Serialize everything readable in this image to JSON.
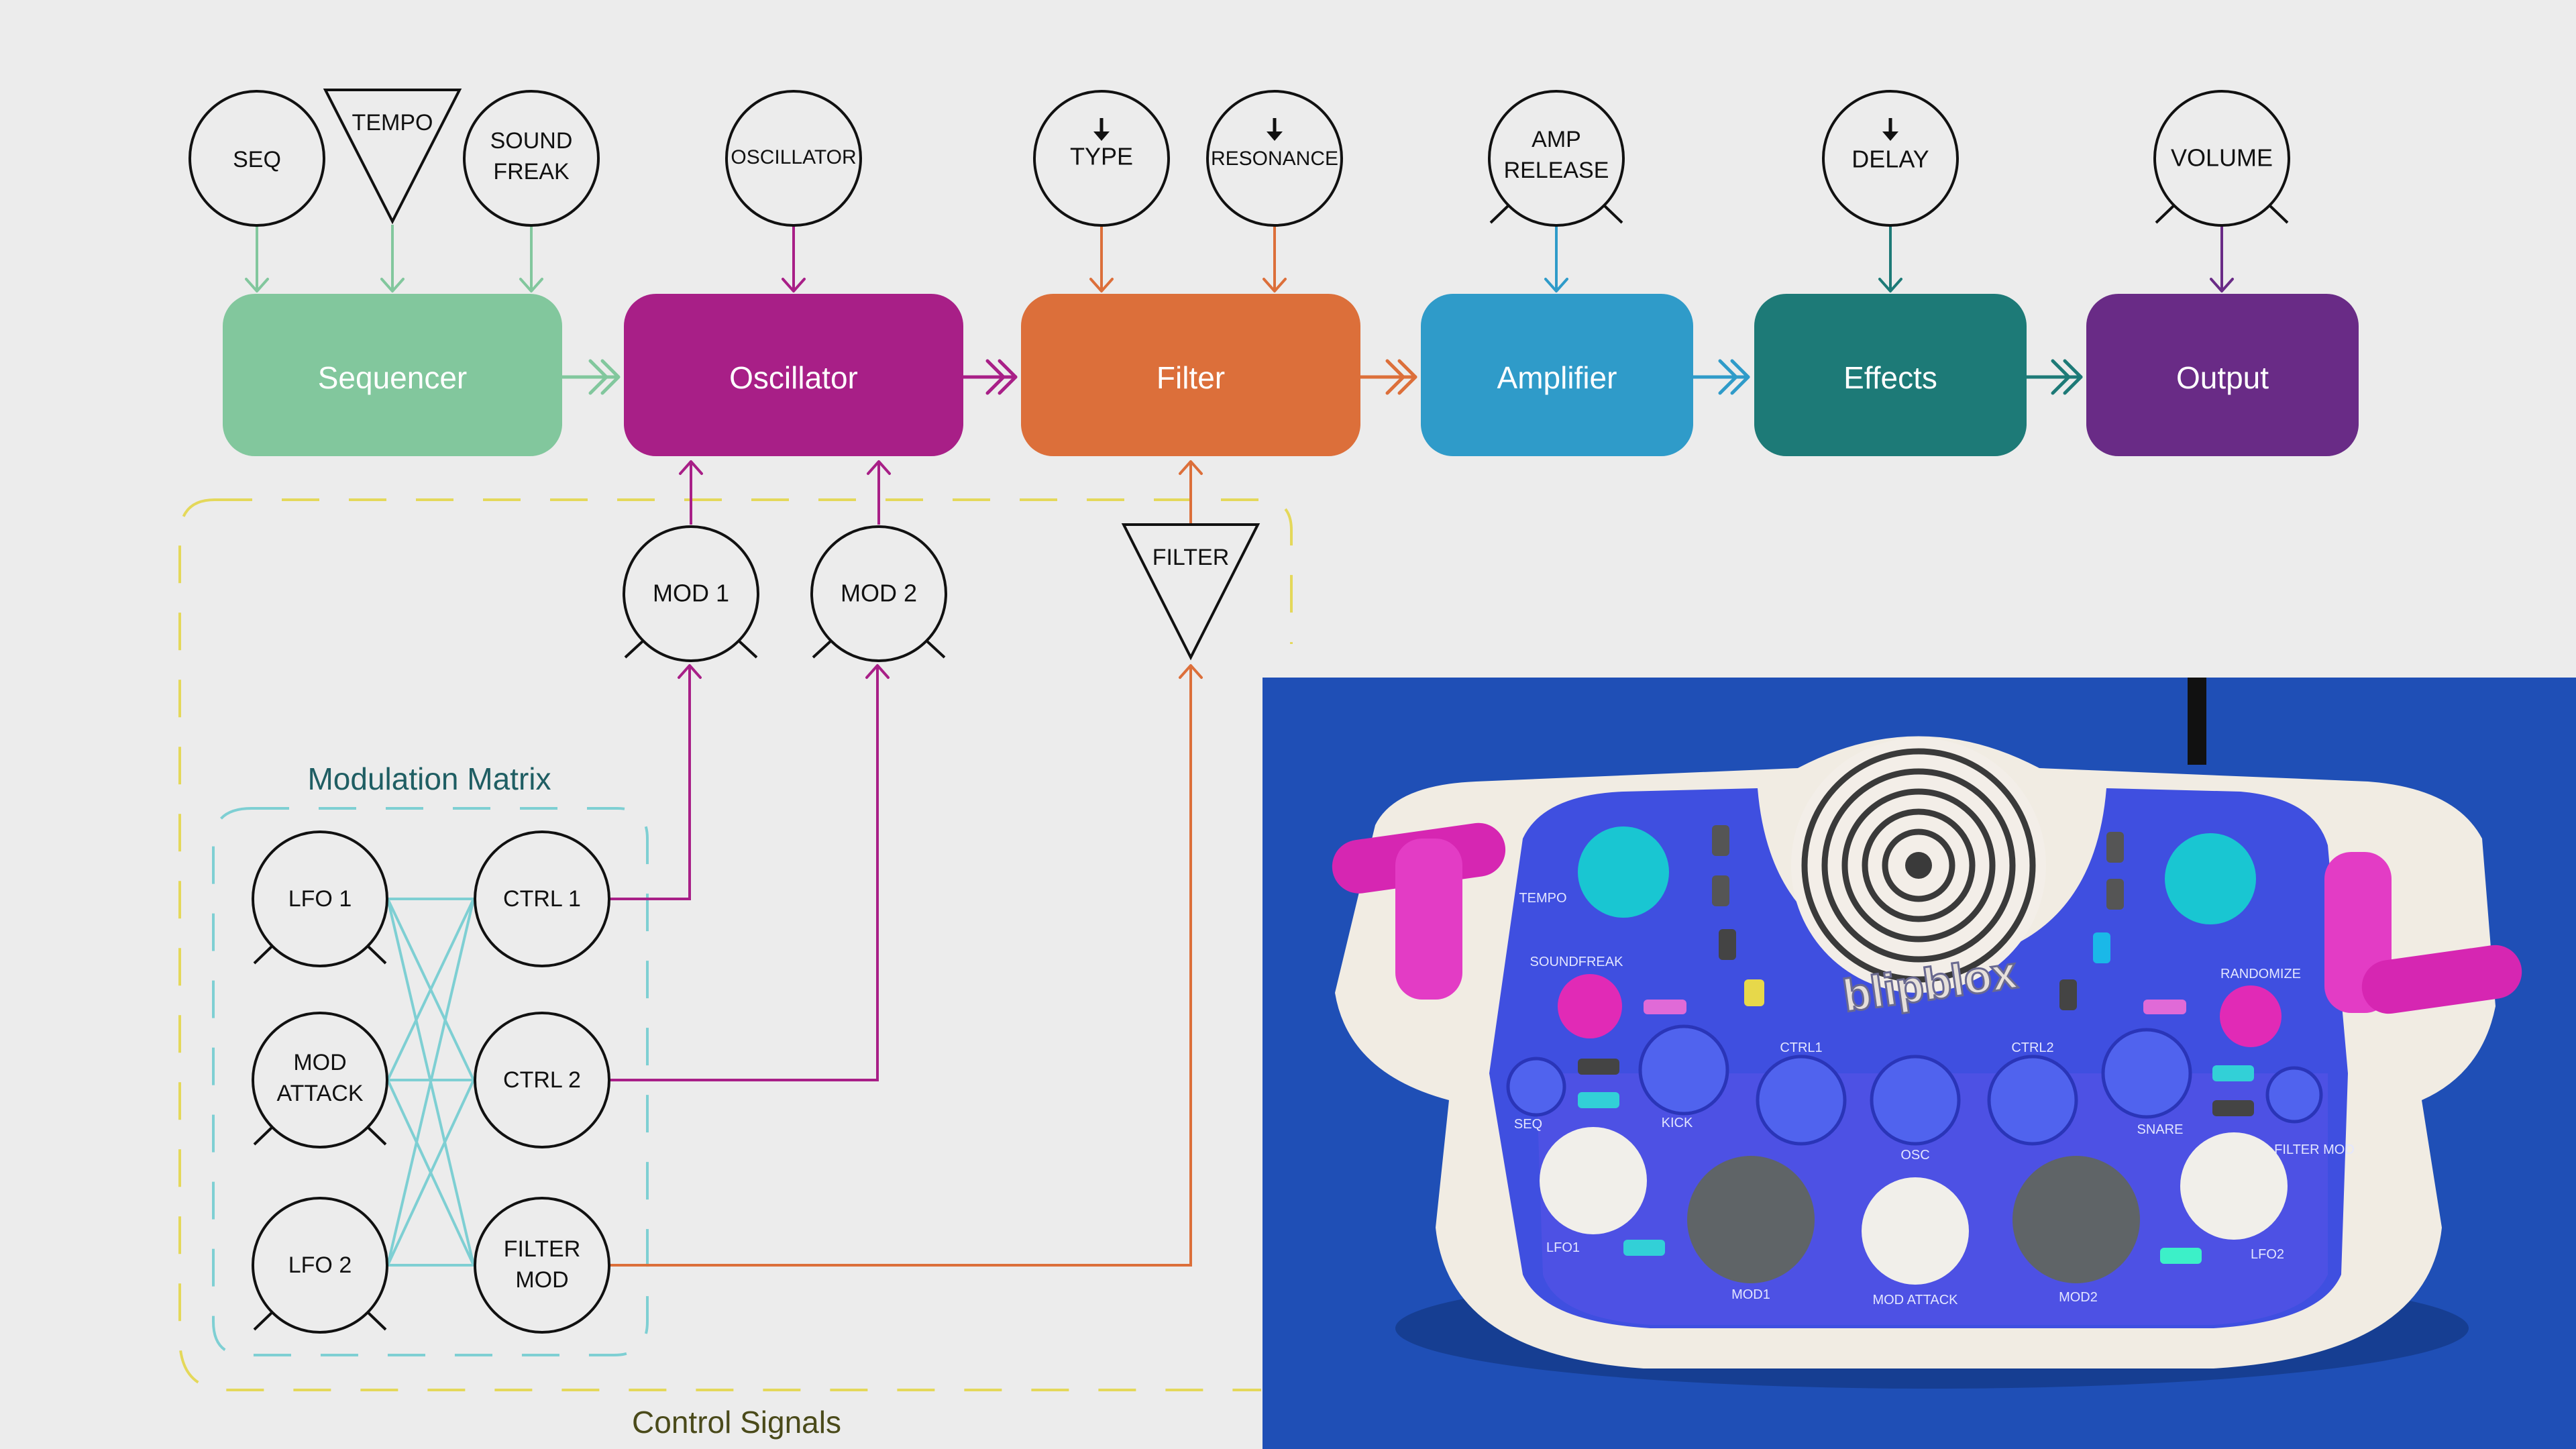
{
  "colors": {
    "background": "#ececec",
    "sequencer": "#82c79d",
    "oscillator": "#a81f87",
    "filter": "#dc6f3a",
    "amplifier": "#2f9bc9",
    "effects": "#1d7a77",
    "output": "#692b86",
    "modulation_matrix": "#7ecfd3",
    "control_signals": "#e4d85a",
    "matrix_title": "#1f5e63",
    "control_title": "#4a4a1a",
    "photo_bg": "#1f4fb6"
  },
  "blocks": {
    "sequencer": "Sequencer",
    "oscillator": "Oscillator",
    "filter": "Filter",
    "amplifier": "Amplifier",
    "effects": "Effects",
    "output": "Output"
  },
  "knobs": {
    "seq": "SEQ",
    "tempo": "TEMPO",
    "sound_freak": [
      "SOUND",
      "FREAK"
    ],
    "oscillator": "OSCILLATOR",
    "type": "TYPE",
    "resonance": "RESONANCE",
    "amp_release": [
      "AMP",
      "RELEASE"
    ],
    "delay": "DELAY",
    "volume": "VOLUME",
    "mod1": "MOD 1",
    "mod2": "MOD 2",
    "filter": "FILTER",
    "lfo1": "LFO 1",
    "mod_attack": [
      "MOD",
      "ATTACK"
    ],
    "lfo2": "LFO 2",
    "ctrl1": "CTRL 1",
    "ctrl2": "CTRL 2",
    "filter_mod": [
      "FILTER",
      "MOD"
    ]
  },
  "groups": {
    "modulation_matrix": "Modulation Matrix",
    "control_signals": "Control Signals"
  },
  "device": {
    "brand": "blipblox",
    "panel_labels": [
      "SEQ",
      "KICK",
      "CTRL1",
      "OSC",
      "CTRL2",
      "SNARE",
      "FILTER MOD",
      "LFO1",
      "MOD1",
      "MOD ATTACK",
      "MOD2",
      "LFO2",
      "SOUNDFREAK",
      "RANDOMIZE",
      "TEMPO"
    ]
  },
  "icons": {
    "arrow_down_indicator": "arrow-down-icon",
    "knob": "knob-icon",
    "switch": "triangle-switch-icon"
  }
}
